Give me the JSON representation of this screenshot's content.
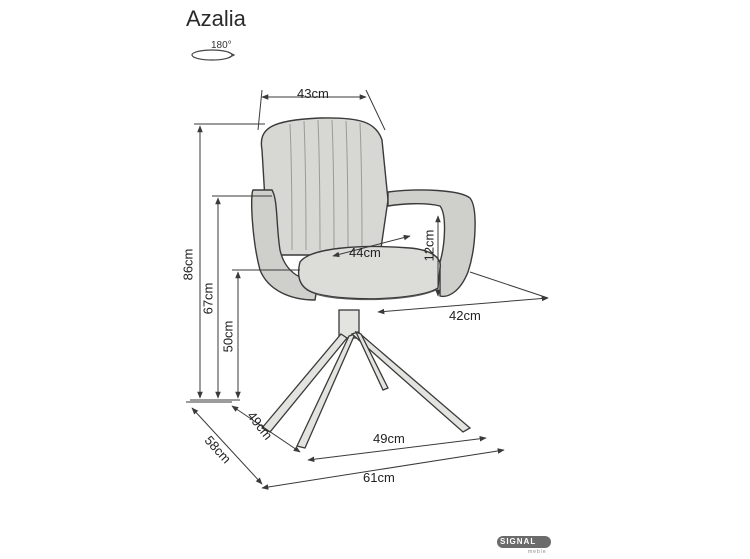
{
  "title": "Azalia",
  "rotation_label": "180°",
  "brand": {
    "name": "SIGNAL",
    "sub": "meble"
  },
  "dimensions": {
    "top_width": "43cm",
    "seat_depth": "44cm",
    "armrest_height": "12cm",
    "arm_depth": "42cm",
    "total_height": "86cm",
    "arm_height": "67cm",
    "seat_height": "50cm",
    "leg_depth": "49cm",
    "leg_width": "49cm",
    "total_depth": "58cm",
    "total_width": "61cm"
  },
  "colors": {
    "line": "#3a3a3a",
    "fabric": "#d9d9d6",
    "fabric_shade": "#c8c8c4",
    "text": "#222222"
  }
}
